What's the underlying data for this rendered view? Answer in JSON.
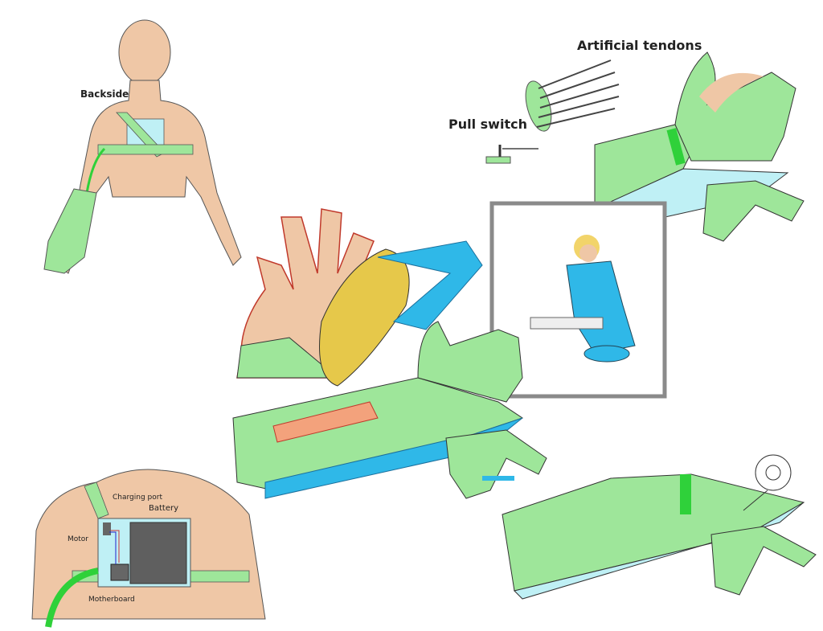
{
  "labels": {
    "backside": "Backside",
    "artificial_tendons": "Artificial tendons",
    "pull_switch": "Pull switch",
    "charging_port": "Charging port",
    "battery": "Battery",
    "motor": "Motor",
    "motherboard": "Motherboard"
  },
  "colors": {
    "skin": "#efc7a6",
    "glove_green": "#9ee69a",
    "bright_green": "#2fd13a",
    "light_blue": "#bff0f5",
    "cyan": "#2fb8e8",
    "battery_gray": "#5f5f5f",
    "sole_yellow": "#e6c84a"
  }
}
